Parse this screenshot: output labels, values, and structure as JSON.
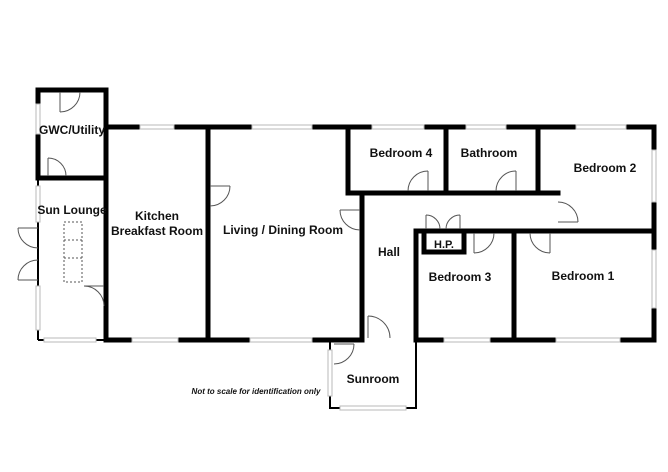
{
  "rooms": {
    "gwc_utility": "GWC/Utility",
    "sun_lounge": "Sun Lounge",
    "kitchen_line1": "Kitchen",
    "kitchen_line2": "Breakfast Room",
    "living_dining": "Living / Dining Room",
    "bedroom4": "Bedroom 4",
    "bathroom": "Bathroom",
    "bedroom2": "Bedroom 2",
    "hall": "Hall",
    "hot_press": "H.P.",
    "bedroom3": "Bedroom 3",
    "bedroom1": "Bedroom 1",
    "sunroom": "Sunroom"
  },
  "note": "Not to scale for identification only",
  "colors": {
    "wall": "#000000",
    "window": "#b8b8b8",
    "door": "#555555",
    "background": "#ffffff"
  }
}
